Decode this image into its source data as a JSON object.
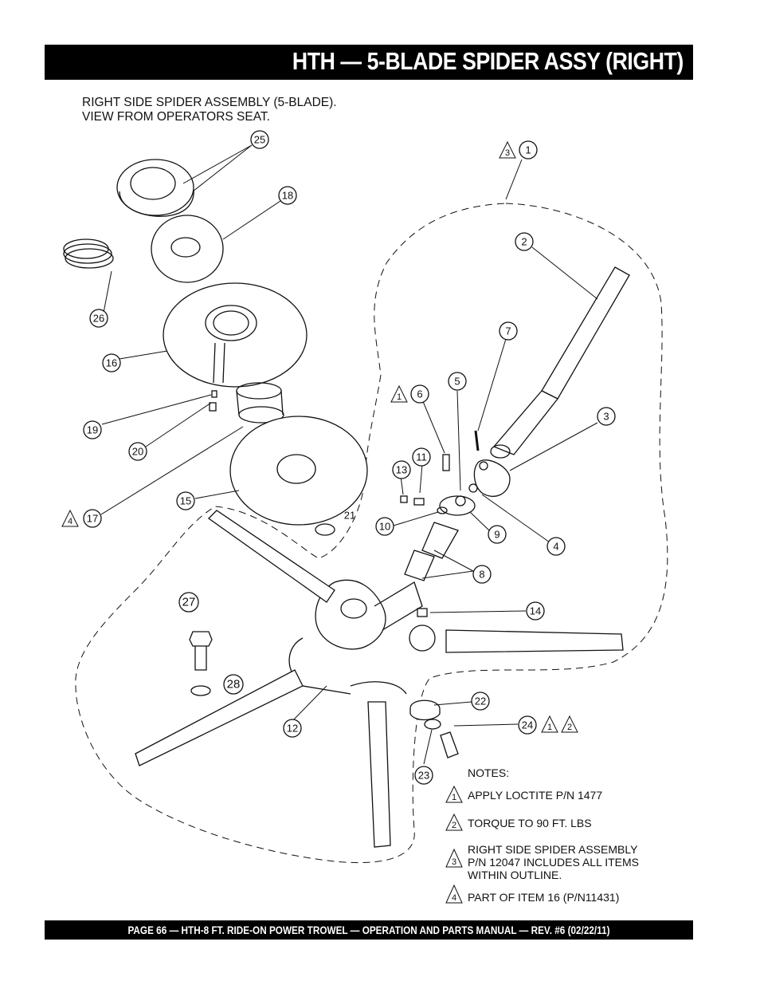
{
  "header": {
    "title": "HTH — 5-BLADE SPIDER ASSY (RIGHT)"
  },
  "caption": {
    "line1": "RIGHT SIDE SPIDER ASSEMBLY (5-BLADE).",
    "line2": "VIEW FROM OPERATORS SEAT."
  },
  "callouts": {
    "p1": "1",
    "p2": "2",
    "p3": "3",
    "p4": "4",
    "p5": "5",
    "p6": "6",
    "p7": "7",
    "p8": "8",
    "p9": "9",
    "p10": "10",
    "p11": "11",
    "p12": "12",
    "p13": "13",
    "p14": "14",
    "p15": "15",
    "p16": "16",
    "p17": "17",
    "p18": "18",
    "p19": "19",
    "p20": "20",
    "p21": "21",
    "p22": "22",
    "p23": "23",
    "p24": "24",
    "p25": "25",
    "p26": "26",
    "p27": "27",
    "p28": "28"
  },
  "note_markers": {
    "m1": "1",
    "m2": "2",
    "m3": "3",
    "m4": "4"
  },
  "notes": {
    "heading": "NOTES:",
    "n1": "APPLY LOCTITE  P/N 1477",
    "n2": "TORQUE TO 90 FT. LBS",
    "n3_line1": "RIGHT SIDE SPIDER ASSEMBLY",
    "n3_line2": "P/N 12047 INCLUDES ALL ITEMS",
    "n3_line3": "WITHIN OUTLINE.",
    "n4": "PART OF ITEM 16 (P/N11431)"
  },
  "footer": {
    "text": "PAGE 66 — HTH-8 FT.   RIDE-ON POWER TROWEL — OPERATION AND PARTS MANUAL — REV. #6 (02/22/11)"
  }
}
